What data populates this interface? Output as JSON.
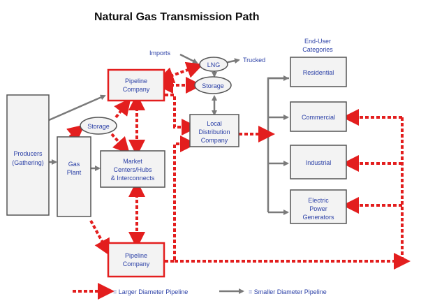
{
  "title": "Natural Gas Transmission Path",
  "nodes": {
    "producers": [
      "Producers",
      "(Gathering)"
    ],
    "gas_plant": [
      "Gas",
      "Plant"
    ],
    "pipeline_top": [
      "Pipeline",
      "Company"
    ],
    "pipeline_bottom": [
      "Pipeline",
      "Company"
    ],
    "market_centers": [
      "Market",
      "Centers/Hubs",
      "& Interconnects"
    ],
    "storage_left": "Storage",
    "storage_right": "Storage",
    "lng": "LNG",
    "ldc": [
      "Local",
      "Distribution",
      "Company"
    ],
    "imports": "Imports",
    "trucked": "Trucked",
    "end_user_header": [
      "End-User",
      "Categories"
    ],
    "residential": "Residential",
    "commercial": "Commercial",
    "industrial": "Industrial",
    "electric": [
      "Electric",
      "Power",
      "Generators"
    ]
  },
  "legend": {
    "larger": "= Larger Diameter Pipeline",
    "smaller": "= Smaller Diameter Pipeline"
  },
  "colors": {
    "large_pipe": "#e31e1e",
    "small_pipe": "#7a7a7a",
    "box_border": "#555555",
    "box_fill": "#f3f3f3",
    "label": "#2a3fa6"
  }
}
